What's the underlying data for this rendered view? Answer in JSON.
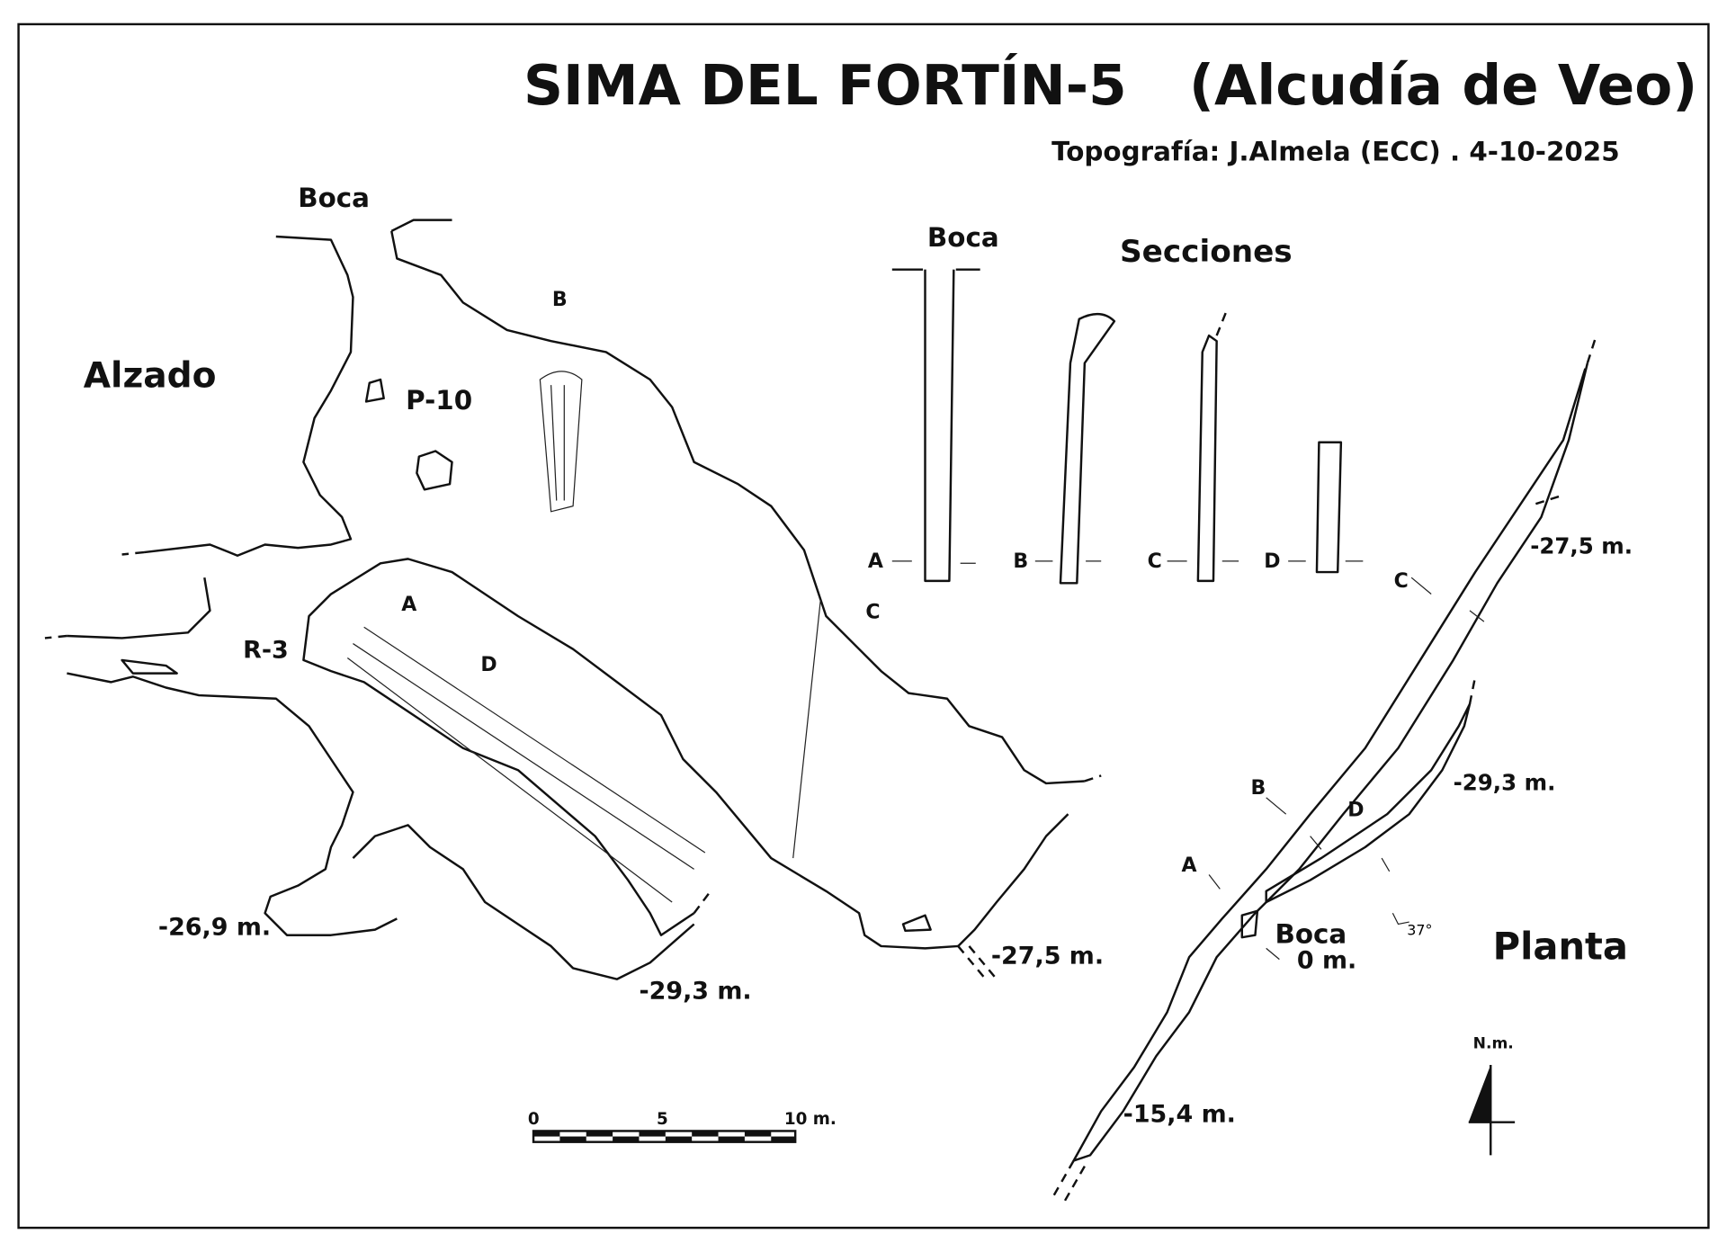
{
  "title": "SIMA DEL FORTÍN-5",
  "location": "(Alcudía de Veo)",
  "credits": "Topografía: J.Almela (ECC) . 4-10-2025",
  "alzado": {
    "label": "Alzado",
    "entrance": "Boca",
    "pitch": "P-10",
    "ramp": "R-3",
    "depths": [
      "-26,9 m.",
      "-29,3 m.",
      "-27,5 m."
    ],
    "section_marks": [
      "A",
      "B",
      "C",
      "D"
    ]
  },
  "secciones": {
    "label": "Secciones",
    "entrance": "Boca",
    "marks": [
      "A",
      "B",
      "C",
      "D"
    ]
  },
  "planta": {
    "label": "Planta",
    "entrance": "Boca",
    "entrance_depth": "0 m.",
    "depths": [
      "-27,5 m.",
      "-29,3 m.",
      "-15,4 m."
    ],
    "section_marks": [
      "A",
      "B",
      "C",
      "D"
    ],
    "slope": "37°"
  },
  "scale_bar": {
    "ticks": [
      "0",
      "5",
      "10 m."
    ]
  },
  "north": {
    "label": "N.m."
  }
}
